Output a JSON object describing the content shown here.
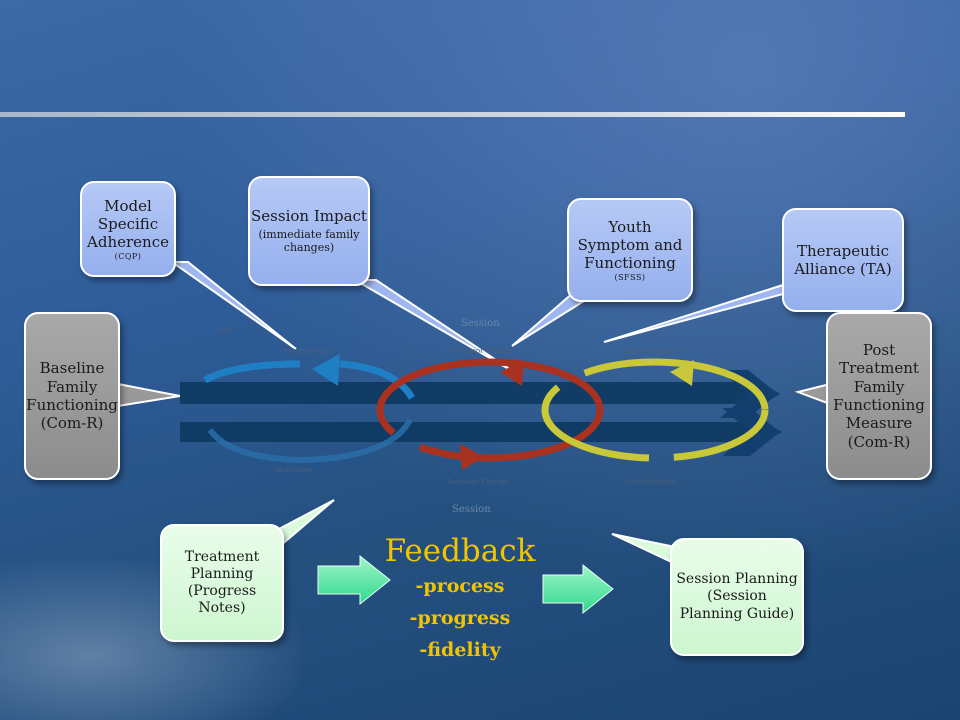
{
  "callouts": {
    "model_adherence": {
      "title": "Model Specific Adherence",
      "sub": "(CQP)"
    },
    "session_impact": {
      "title": "Session Impact",
      "sub": "(immediate family changes)"
    },
    "youth_symptom": {
      "title": "Youth Symptom and Functioning",
      "sub": "(SFSS)"
    },
    "therapeutic_alliance": {
      "title": "Therapeutic Alliance (TA)"
    },
    "baseline": {
      "title": "Baseline Family Functioning (Com-R)"
    },
    "post_treatment": {
      "title": "Post Treatment Family Functioning Measure (Com-R)"
    },
    "treatment_planning": {
      "title": "Treatment Planning (Progress Notes)"
    },
    "session_planning": {
      "title": "Session Planning (Session Planning Guide)"
    }
  },
  "feedback": {
    "title": "Feedback",
    "items": [
      "-process",
      "-progress",
      "-fidelity"
    ]
  },
  "phase_labels": {
    "top_left_small": "CQIP",
    "engagement": "Engagement",
    "behavior_change_top": "Behavior Change",
    "generalization_top": "Generalization",
    "motivation": "Motivation",
    "behavior_change_bottom": "Behavior Change",
    "generalization_bottom": "Generalization",
    "session_top": "Session",
    "session_bottom": "Session"
  },
  "colors": {
    "callout_blue": "#a6bdf3",
    "callout_gray": "#999999",
    "callout_mint": "#dafadc",
    "feedback_text": "#f2c400",
    "band": "#0f3a63",
    "loop_blue": "#1f7fc4",
    "loop_red": "#a8321f",
    "loop_yellow": "#c8c83a",
    "process_arrow": "#4be8a2"
  }
}
